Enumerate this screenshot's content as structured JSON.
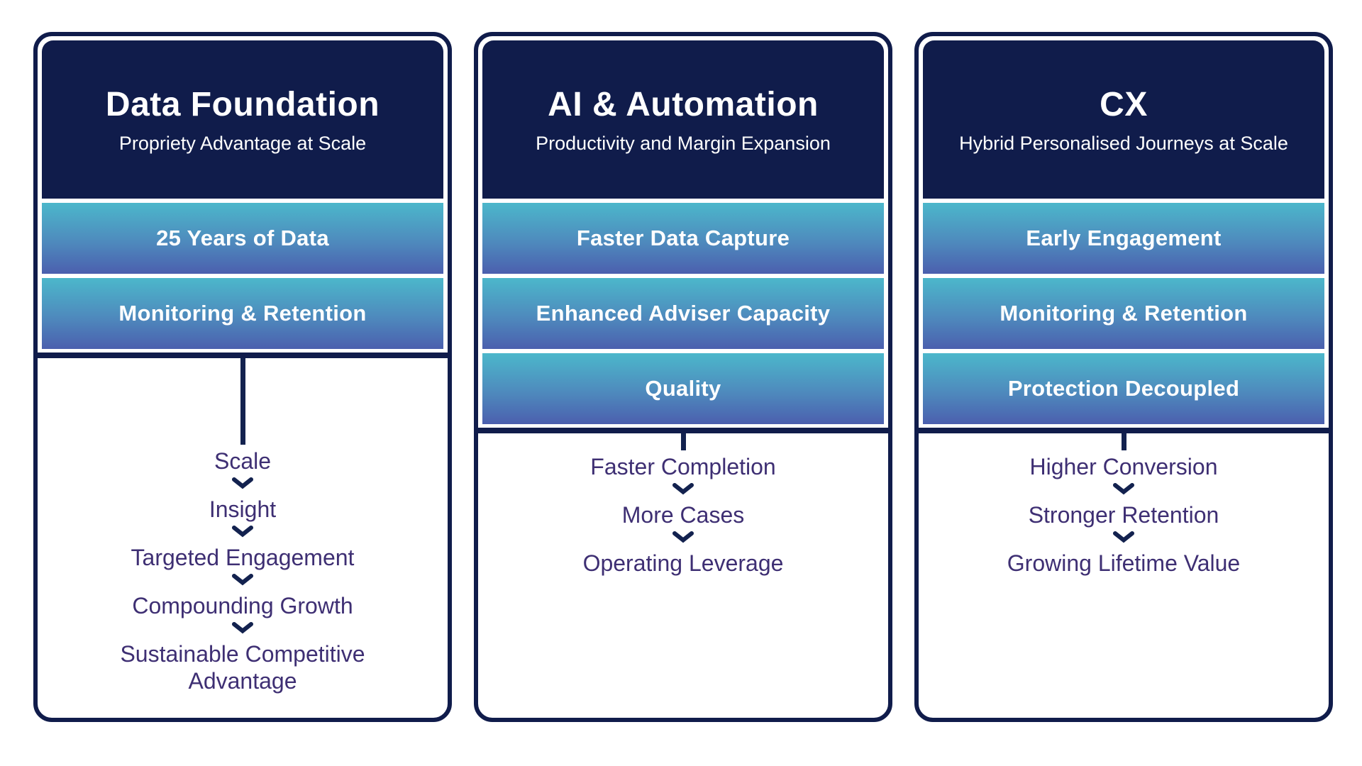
{
  "colors": {
    "navy": "#101C4B",
    "bar_gradient_top": "#4CB7CB",
    "bar_gradient_bottom": "#4B5FAE",
    "flow_text_purple": "#3E2F73",
    "background": "#FFFFFF"
  },
  "icons": {
    "flow_arrow": "chevron-down"
  },
  "columns": [
    {
      "title": "Data Foundation",
      "subtitle": "Propriety Advantage at Scale",
      "bars": [
        "25 Years of Data",
        "Monitoring & Retention"
      ],
      "flow": [
        "Scale",
        "Insight",
        "Targeted Engagement",
        "Compounding Growth",
        "Sustainable Competitive Advantage"
      ]
    },
    {
      "title": "AI & Automation",
      "subtitle": "Productivity and Margin Expansion",
      "bars": [
        "Faster Data Capture",
        "Enhanced Adviser Capacity",
        "Quality"
      ],
      "flow": [
        "Faster Completion",
        "More Cases",
        "Operating Leverage"
      ]
    },
    {
      "title": "CX",
      "subtitle": "Hybrid Personalised Journeys at Scale",
      "bars": [
        "Early Engagement",
        "Monitoring & Retention",
        "Protection Decoupled"
      ],
      "flow": [
        "Higher Conversion",
        "Stronger Retention",
        "Growing Lifetime Value"
      ]
    }
  ]
}
